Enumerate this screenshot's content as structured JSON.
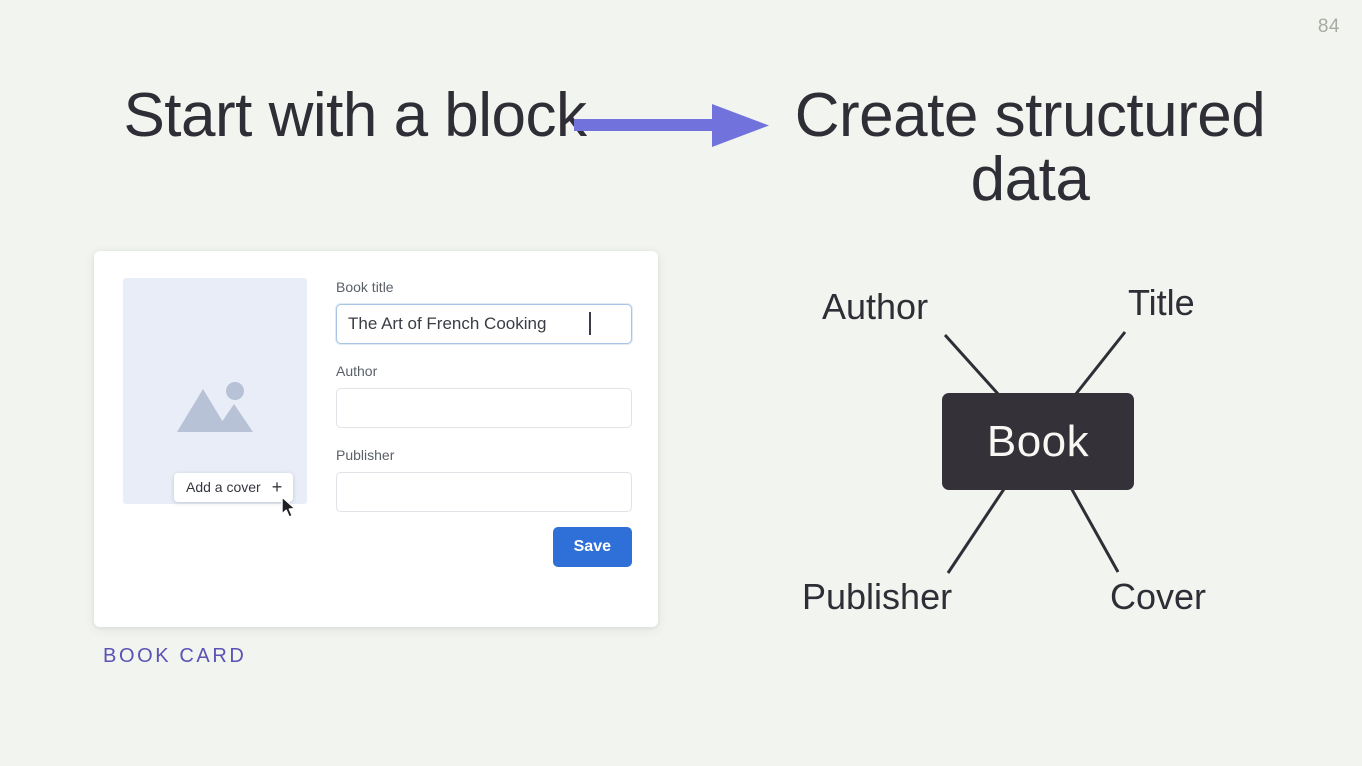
{
  "slide": {
    "page_number": "84",
    "background_color": "#f2f4ef",
    "heading_left": "Start with a block",
    "heading_right": "Create structured data",
    "arrow_color": "#7272dd",
    "caption": "BOOK CARD",
    "caption_color": "#5b52b5"
  },
  "book_card": {
    "cover": {
      "add_cover_label": "Add a cover",
      "add_cover_plus": "+",
      "placeholder_color": "#e8edf8",
      "icon_color": "#b8c2d6"
    },
    "fields": [
      {
        "label": "Book title",
        "value": "The Art of French Cooking",
        "placeholder": "",
        "focused": true
      },
      {
        "label": "Author",
        "value": "",
        "placeholder": "",
        "focused": false
      },
      {
        "label": "Publisher",
        "value": "",
        "placeholder": "",
        "focused": false
      }
    ],
    "save_label": "Save",
    "save_color": "#2f6fd8"
  },
  "diagram": {
    "center_label": "Book",
    "center_color": "#343138",
    "nodes": [
      {
        "label": "Author"
      },
      {
        "label": "Title"
      },
      {
        "label": "Publisher"
      },
      {
        "label": "Cover"
      }
    ]
  }
}
